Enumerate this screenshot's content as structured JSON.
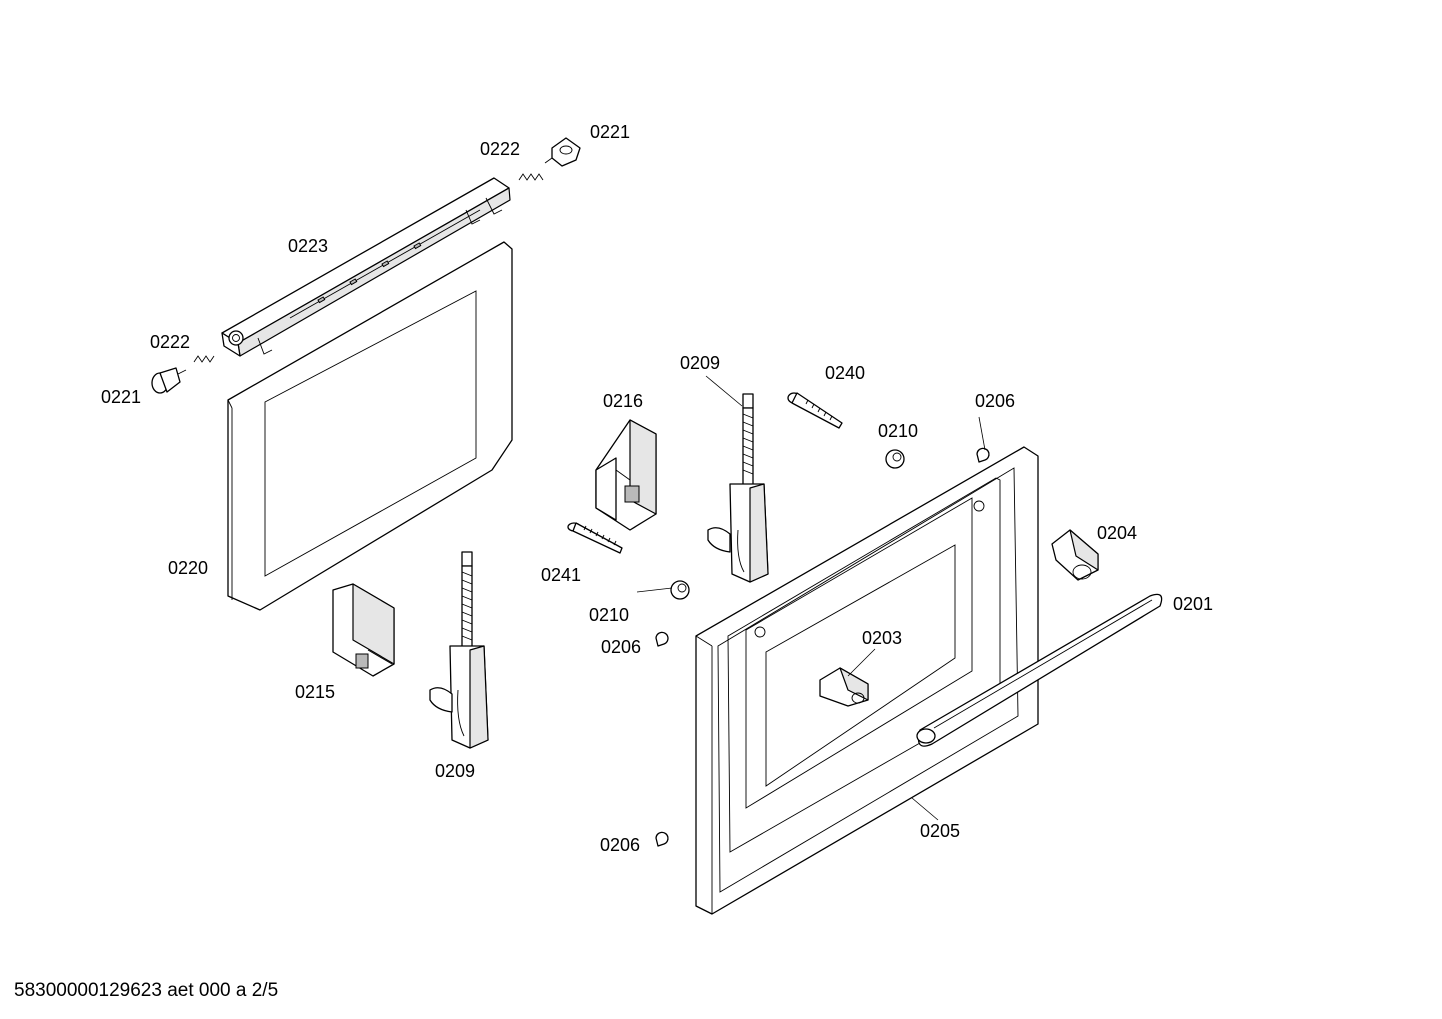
{
  "footer": {
    "drawing_code": "58300000129623 aet 000 a 2/5"
  },
  "callouts": {
    "c0221_top": "0221",
    "c0222_top": "0222",
    "c0223": "0223",
    "c0222_left": "0222",
    "c0221_left": "0221",
    "c0220": "0220",
    "c0215": "0215",
    "c0209_bottom": "0209",
    "c0216": "0216",
    "c0241": "0241",
    "c0209_top": "0209",
    "c0240": "0240",
    "c0210_upper": "0210",
    "c0206_upper": "0206",
    "c0204": "0204",
    "c0201": "0201",
    "c0210_lower": "0210",
    "c0206_mid": "0206",
    "c0203": "0203",
    "c0205": "0205",
    "c0206_lower": "0206"
  }
}
